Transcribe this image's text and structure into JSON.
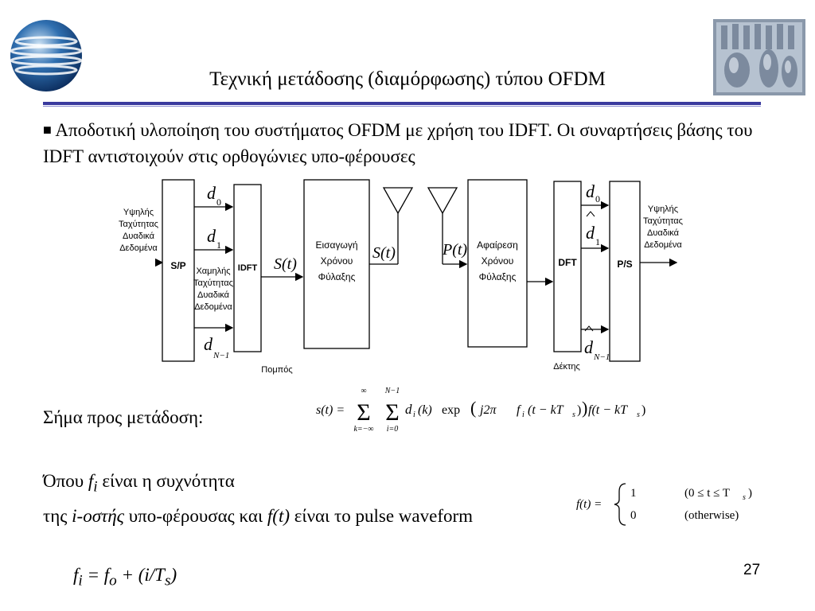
{
  "slide": {
    "title": "Τεχνική μετάδοσης (διαμόρφωσης) τύπου OFDM",
    "bullet": "Αποδοτική υλοποίηση του συστήματος OFDM με χρήση του IDFT.  Οι συναρτήσεις βάσης του IDFT αντιστοιχούν στις ορθογώνιες υπο-φέρουσες",
    "page_number": "27"
  },
  "diagram": {
    "input_label": [
      "Υψηλής",
      "Ταχύτητας",
      "Δυαδικά",
      "Δεδομένα"
    ],
    "low_rate_label": [
      "Χαμηλής",
      "Ταχύτητας",
      "Δυαδικά",
      "Δεδομένα"
    ],
    "output_label": [
      "Υψηλής",
      "Ταχύτητας",
      "Δυαδικά",
      "Δεδομένα"
    ],
    "blocks": {
      "sp": "S/P",
      "idft": "IDFT",
      "guard_insert": [
        "Εισαγωγή",
        "Χρόνου",
        "Φύλαξης"
      ],
      "guard_remove": [
        "Αφαίρεση",
        "Χρόνου",
        "Φύλαξης"
      ],
      "dft": "DFT",
      "ps": "P/S"
    },
    "transmitter_label": "Πομπός",
    "receiver_label": "Δέκτης",
    "symbols": {
      "d": "d",
      "d_sub0": "0",
      "d_sub1": "1",
      "d_subN": "N−1",
      "s_t": "S(t)",
      "s_t2": "S(t)",
      "p_t": "P(t)"
    }
  },
  "signal": {
    "label": "Σήμα προς μετάδοση:",
    "formula_lhs": "s(t) =",
    "formula_body": "d",
    "sum1_top": "∞",
    "sum1_bottom": "k=−∞",
    "sum2_top": "N−1",
    "sum2_bottom": "i=0",
    "exp": "exp",
    "j2pi": "j2π",
    "fi": "f",
    "t_minus_kts": "(t − kT",
    "ft_term": "f(t − kT"
  },
  "where": {
    "line1_pre": "Όπου ",
    "line1_var": "f",
    "line1_sub": "i",
    "line1_post": " είναι η συχνότητα",
    "line2_pre": "της ",
    "line2_italic": "i-οστής",
    "line2_mid": " υπο-φέρουσας  και ",
    "line2_italic2": "f(t)",
    "line2_post": " είναι το pulse waveform",
    "freq_eq": "= f",
    "freq_rest": " + (i/T",
    "freq_close": ")"
  },
  "pulse": {
    "lhs": "f(t) =",
    "case1_val": "1",
    "case1_cond": "(0 ≤ t ≤ T",
    "case2_val": "0",
    "case2_cond": "(otherwise)"
  },
  "colors": {
    "title_rule": "#3a3a9e",
    "logo_dark": "#0a2a5a",
    "logo_mid": "#2f6fb0"
  }
}
